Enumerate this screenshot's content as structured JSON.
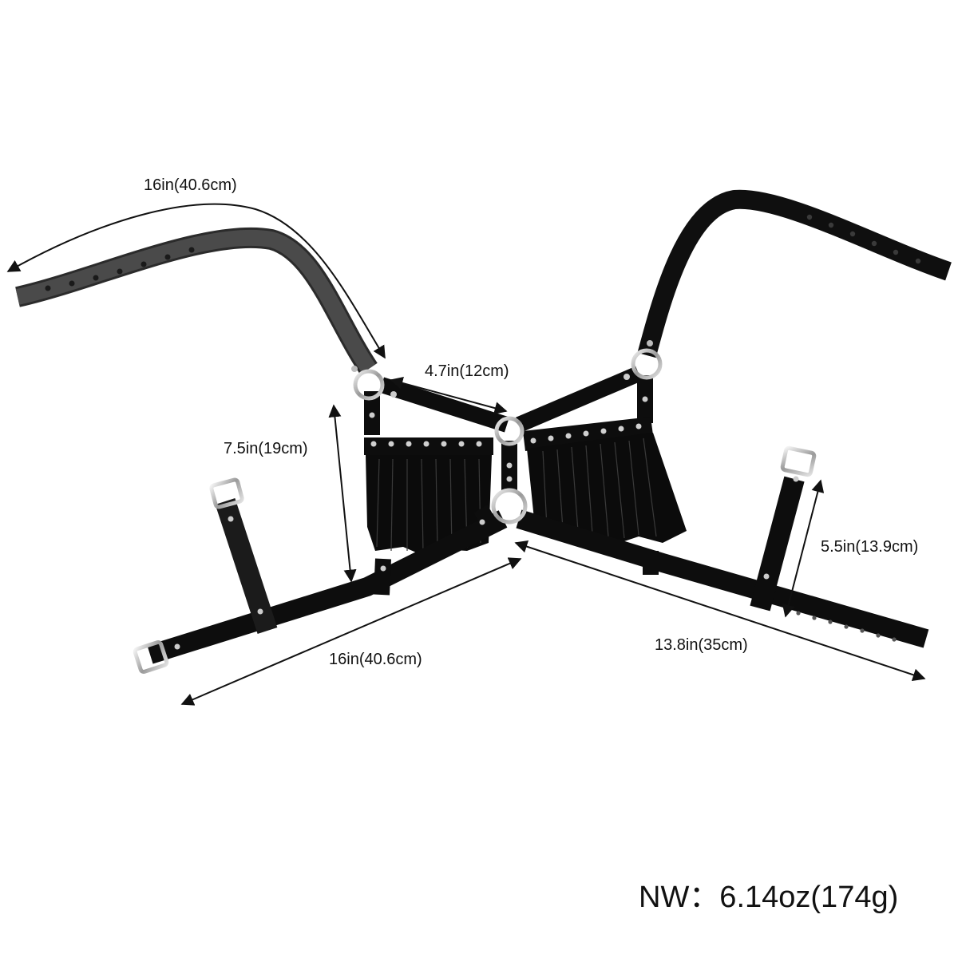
{
  "measurements": {
    "top_strap": "16in(40.6cm)",
    "center_span": "4.7in(12cm)",
    "cup_height": "7.5in(19cm)",
    "side_strap": "5.5in(13.9cm)",
    "left_band": "16in(40.6cm)",
    "right_band": "13.8in(35cm)"
  },
  "net_weight": "NW：6.14oz(174g)",
  "colors": {
    "leather": "#0d0d0d",
    "strap_grey": "#3a3a3a",
    "metal": "#c8c8c8",
    "arrow": "#111111"
  }
}
